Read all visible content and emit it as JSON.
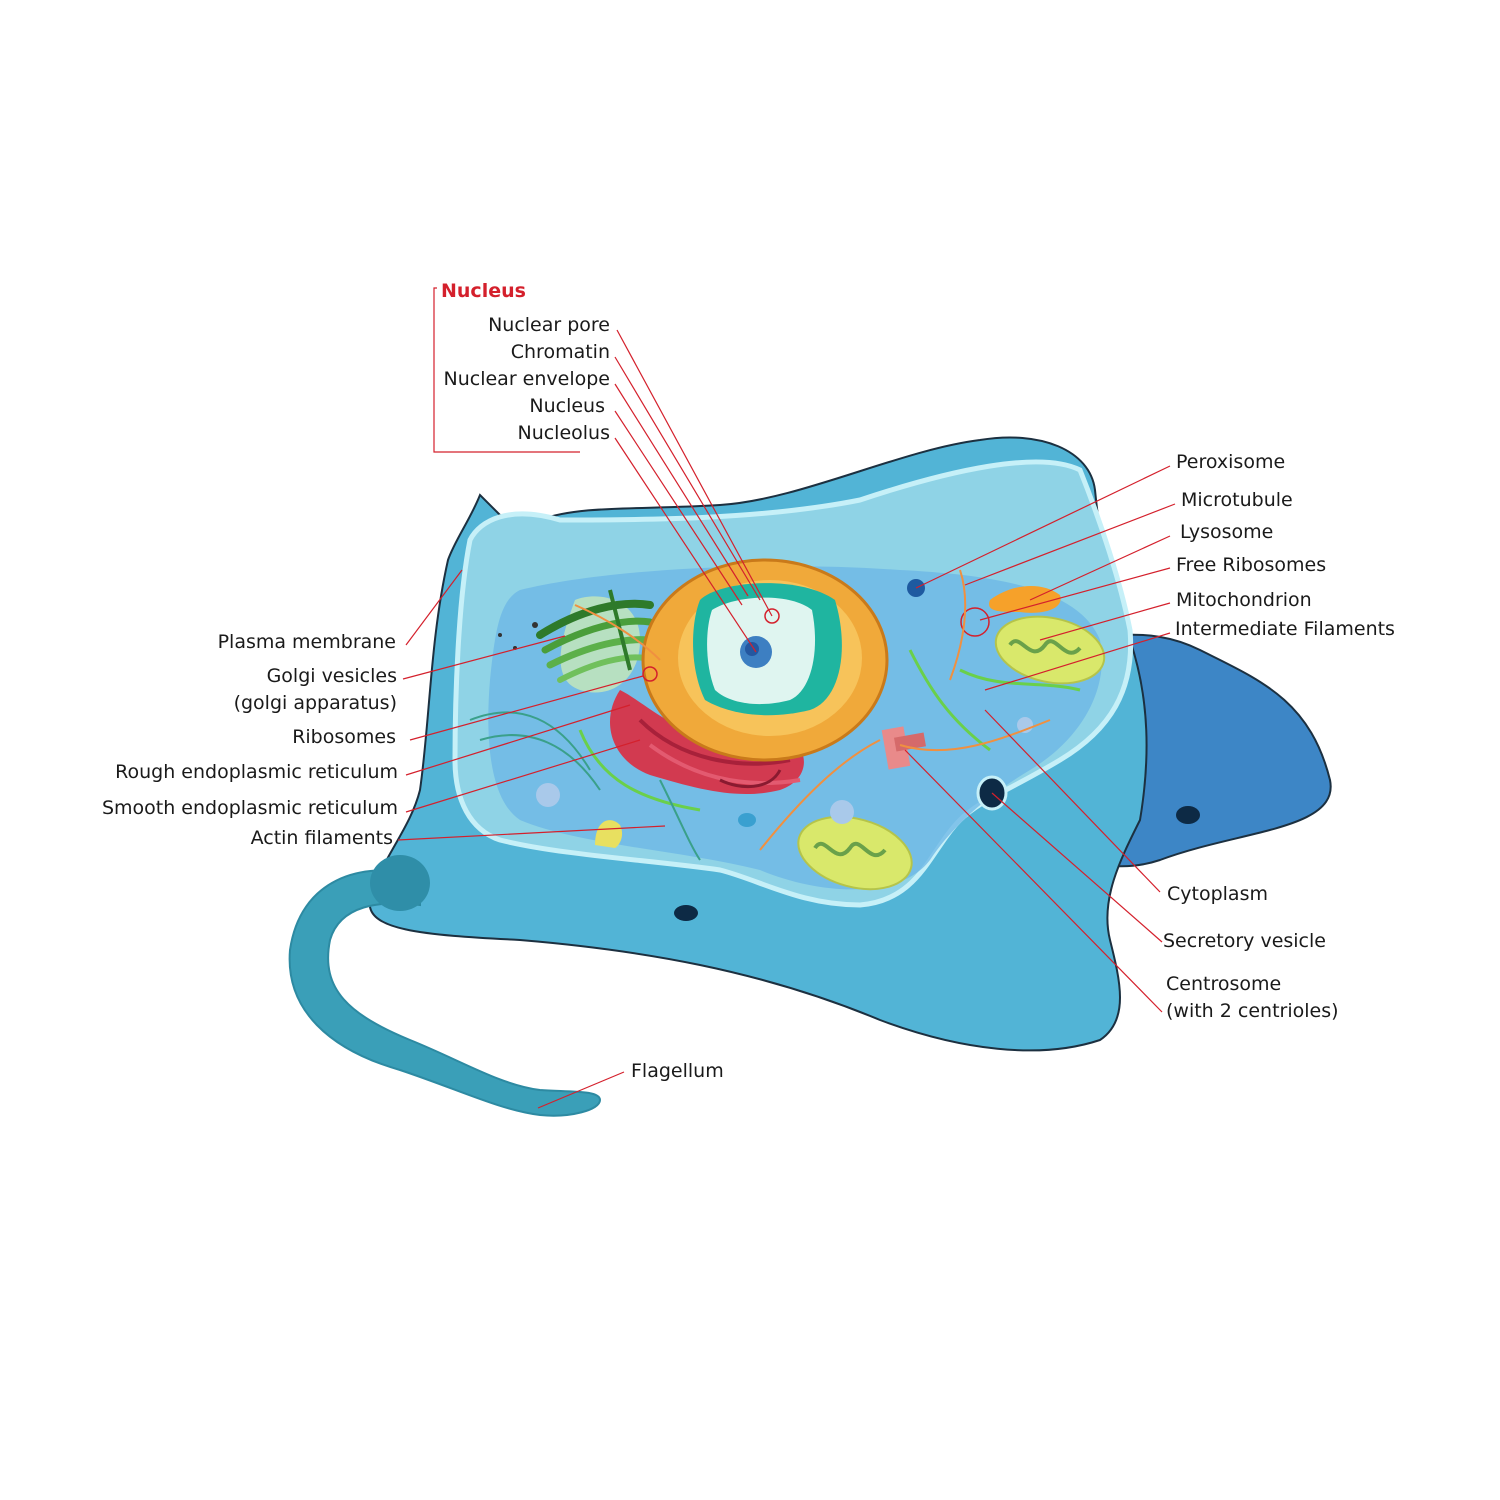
{
  "colors": {
    "leader": "#d4202c",
    "membrane": "#5bb7d6",
    "cytoplasm": "#8fd3e6",
    "nucleus_envelope": "#f0a93a",
    "nucleoplasm": "#1fb5a0",
    "mitochondrion": "#d9e86b",
    "golgi": "#4a9e3a",
    "er": "#d23a50",
    "flagellum": "#3a9fb8"
  },
  "nucleus_group": {
    "title": "Nucleus",
    "items": [
      "Nuclear pore",
      "Chromatin",
      "Nuclear envelope",
      "Nucleus",
      "Nucleolus"
    ]
  },
  "left_labels": {
    "plasma_membrane": "Plasma membrane",
    "golgi_line1": "Golgi vesicles",
    "golgi_line2": "(golgi apparatus)",
    "ribosomes": "Ribosomes",
    "rough_er": "Rough endoplasmic reticulum",
    "smooth_er": "Smooth endoplasmic reticulum",
    "actin": "Actin filaments"
  },
  "right_labels": {
    "peroxisome": "Peroxisome",
    "microtubule": "Microtubule",
    "lysosome": "Lysosome",
    "free_ribosomes": "Free Ribosomes",
    "mitochondrion": "Mitochondrion",
    "intermediate_filaments": "Intermediate Filaments",
    "cytoplasm": "Cytoplasm",
    "secretory_vesicle": "Secretory vesicle",
    "centrosome_line1": "Centrosome",
    "centrosome_line2": "(with 2 centrioles)"
  },
  "bottom_labels": {
    "flagellum": "Flagellum"
  }
}
